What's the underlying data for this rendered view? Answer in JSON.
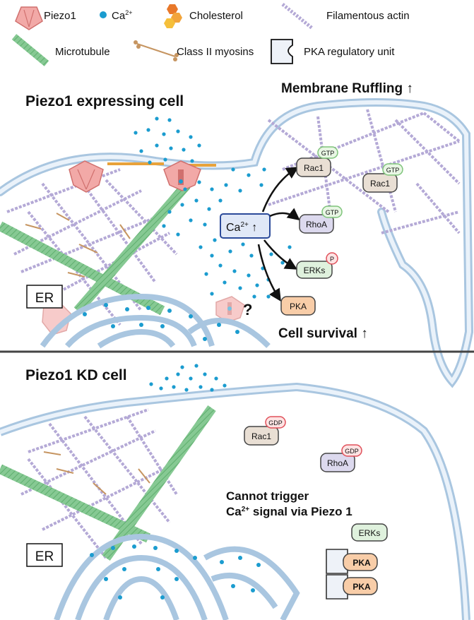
{
  "legend": {
    "piezo1": "Piezo1",
    "ca": "Ca",
    "ca_sup": "2+",
    "cholesterol": "Cholesterol",
    "actin": "Filamentous actin",
    "microtubule": "Microtubule",
    "myosin": "Class II myosins",
    "pka_reg": "PKA regulatory unit"
  },
  "top": {
    "title": "Piezo1 expressing cell",
    "ruffling": "Membrane Ruffling ↑",
    "survival": "Cell survival ↑",
    "er": "ER",
    "ca_box": "Ca",
    "ca_box_sup": "2+",
    "ca_box_arrow": " ↑",
    "question": "?",
    "rac1": "Rac1",
    "rac1_tag": "GTP",
    "rac1b": "Rac1",
    "rac1b_tag": "GTP",
    "rhoa": "RhoA",
    "rhoa_tag": "GTP",
    "erks": "ERKs",
    "erks_tag": "P",
    "pka": "PKA"
  },
  "bottom": {
    "title": "Piezo1 KD cell",
    "er": "ER",
    "rac1": "Rac1",
    "rac1_tag": "GDP",
    "rhoa": "RhoA",
    "rhoa_tag": "GDP",
    "note_line1": "Cannot trigger",
    "note_ca": "Ca",
    "note_ca_sup": "2+",
    "note_rest": " signal via Piezo 1",
    "erks": "ERKs",
    "pka1": "PKA",
    "pka2": "PKA"
  },
  "colors": {
    "membrane": "#a9c6e0",
    "ca_dot": "#1b9ccf",
    "actin": "#b4a9d6",
    "microtubule": "#7cc48a",
    "myosin": "#c69561",
    "piezo": "#f2a9a7",
    "gtp": "#7ec47a",
    "gdp": "#e0505a",
    "pka": "#f8cda8",
    "erks": "#dff1dd",
    "rhoa": "#dcd9ee",
    "rac1": "#e9dfd4"
  }
}
